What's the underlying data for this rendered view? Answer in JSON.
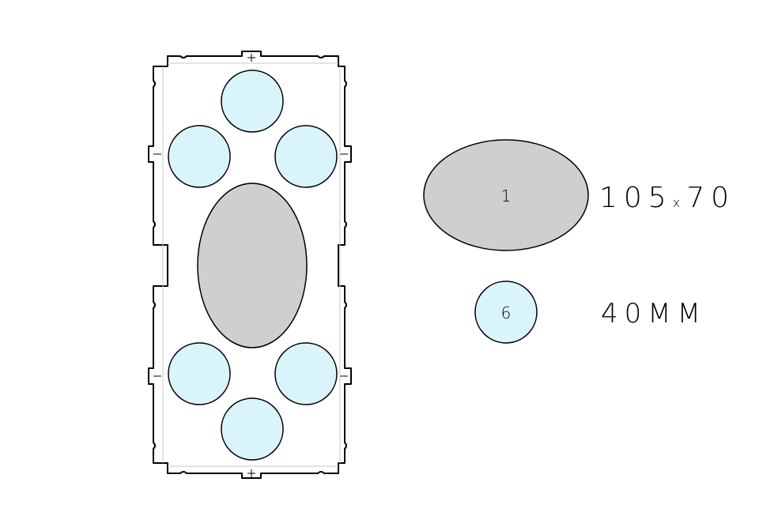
{
  "colors": {
    "outline": "#000000",
    "tray_fill": "#ffffff",
    "tray_inner_line": "#c8c8c8",
    "oval_fill": "#cfcfcf",
    "circle_fill": "#daf4fb"
  },
  "tray": {
    "oval_count": 1,
    "circle_count": 6
  },
  "legend": {
    "oval": {
      "count_label": "1",
      "size_label": "105",
      "size_separator": "x",
      "size_label_2": "70"
    },
    "circle": {
      "count_label": "6",
      "size_label": "40MM"
    }
  }
}
